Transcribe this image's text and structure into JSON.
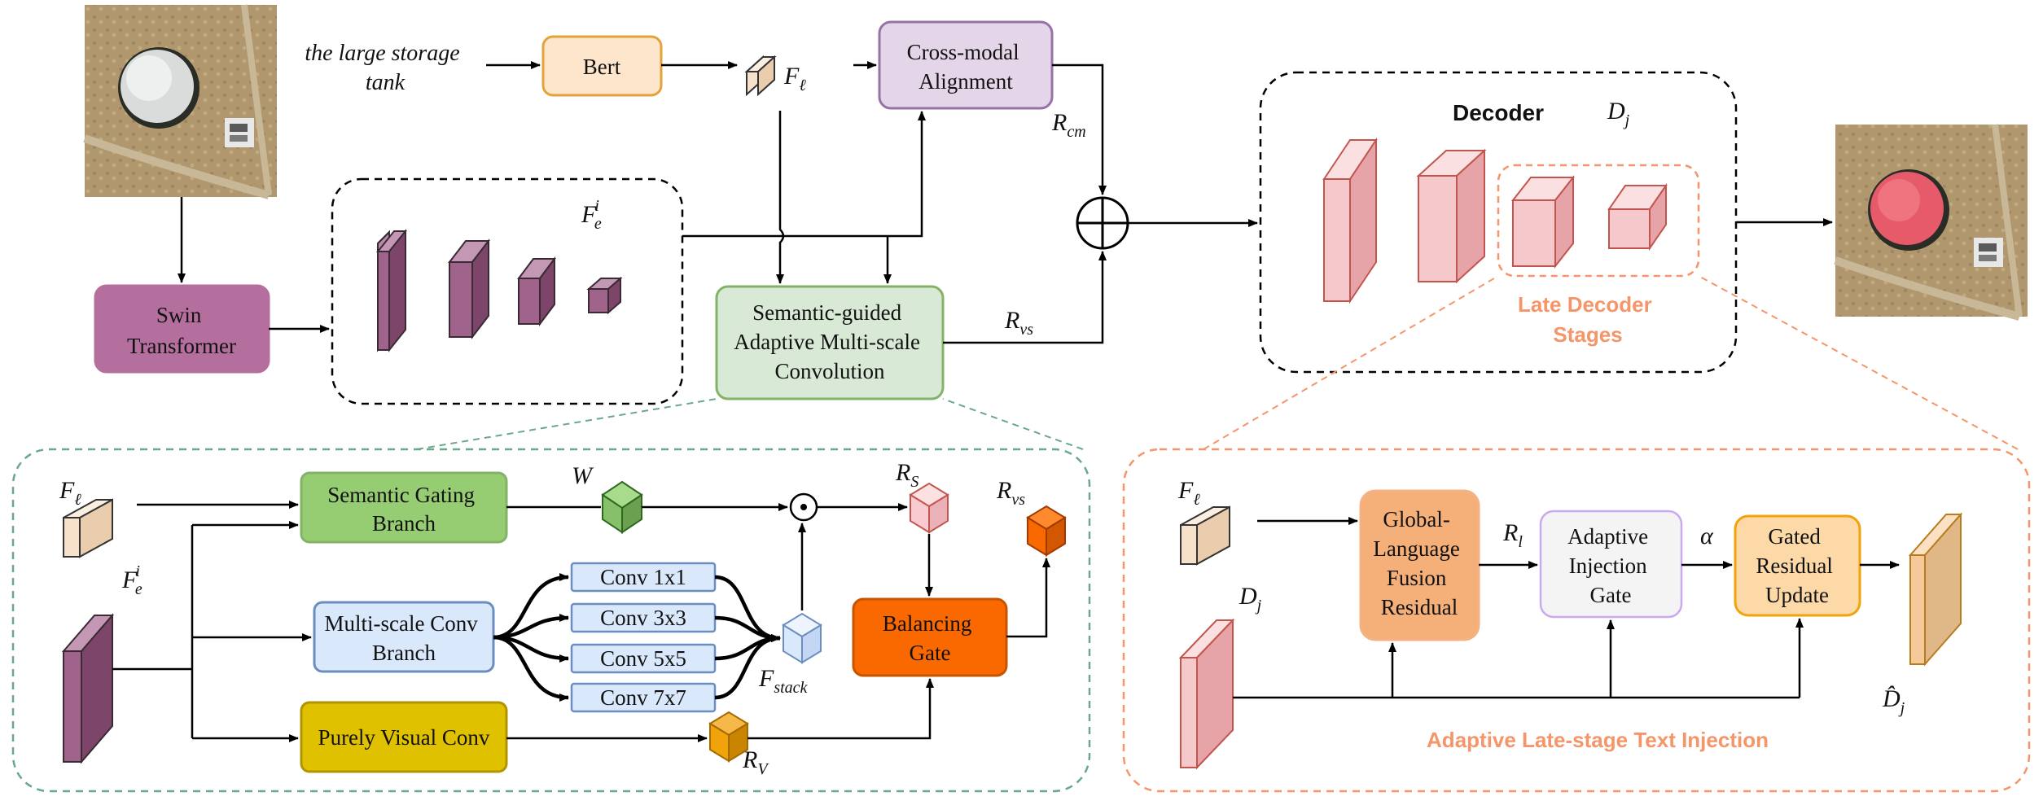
{
  "colors": {
    "purple_feature": "#a0648c",
    "pink_decoder": "#f5c9cc",
    "orange_accent": "#f4956a",
    "green_dashed": "#6aa88a",
    "bert_fill": "#fde6cc",
    "cross_modal_fill": "#e5d5e9",
    "sam_conv_fill": "#d8ead5",
    "swin_fill": "#b56f9e",
    "semantic_gating_fill": "#96cd73",
    "multiscale_fill": "#dae8fc",
    "purely_visual_fill": "#e0c100",
    "balancing_gate_fill": "#fa6800",
    "glf_residual_fill": "#f5b07a",
    "adaptive_gate_fill": "#f4f4f4",
    "gated_update_fill": "#fdd9a8"
  },
  "top": {
    "input_text": [
      "the large storage",
      "tank"
    ],
    "bert": "Bert",
    "f_ell": "F",
    "f_ell_sub": "ℓ",
    "cross_modal": [
      "Cross-modal",
      "Alignment"
    ],
    "r_cm": "R",
    "r_cm_sub": "cm",
    "swin": [
      "Swin",
      "Transformer"
    ],
    "f_e": "F",
    "f_e_sub": "e",
    "f_e_sup": "i",
    "sam_conv": [
      "Semantic-guided",
      "Adaptive Multi-scale",
      "Convolution"
    ],
    "r_vs": "R",
    "r_vs_sub": "vs",
    "decoder_title": "Decoder",
    "d_j": "D",
    "d_j_sub": "j",
    "late_decoder": [
      "Late Decoder",
      "Stages"
    ]
  },
  "bottom_left": {
    "f_ell": "F",
    "f_ell_sub": "ℓ",
    "f_e": "F",
    "f_e_sub": "e",
    "f_e_sup": "i",
    "semantic_gating": [
      "Semantic Gating",
      "Branch"
    ],
    "w": "W",
    "odot": "⊙",
    "r_s": "R",
    "r_s_sub": "S",
    "r_vs": "R",
    "r_vs_sub": "vs",
    "multiscale": [
      "Multi-scale Conv",
      "Branch"
    ],
    "convs": [
      "Conv 1x1",
      "Conv 3x3",
      "Conv 5x5",
      "Conv 7x7"
    ],
    "f_stack": "F",
    "f_stack_sub": "stack",
    "balancing_gate": [
      "Balancing",
      "Gate"
    ],
    "purely_visual": "Purely Visual Conv",
    "r_v": "R",
    "r_v_sub": "V"
  },
  "bottom_right": {
    "f_ell": "F",
    "f_ell_sub": "ℓ",
    "d_j": "D",
    "d_j_sub": "j",
    "glf_residual": [
      "Global-",
      "Language",
      "Fusion",
      "Residual"
    ],
    "r_l": "R",
    "r_l_sub": "l",
    "adaptive_gate": [
      "Adaptive",
      "Injection",
      "Gate"
    ],
    "alpha": "α",
    "gated_update": [
      "Gated",
      "Residual",
      "Update"
    ],
    "d_hat": "D̂",
    "d_hat_sub": "j",
    "title": "Adaptive Late-stage Text Injection"
  }
}
